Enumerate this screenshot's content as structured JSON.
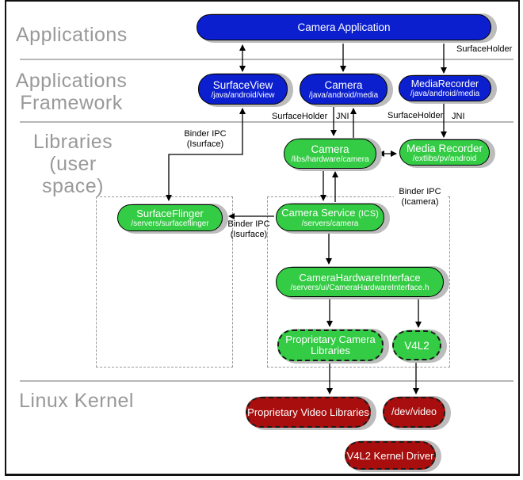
{
  "layer_labels": {
    "applications": {
      "line1": "Applications"
    },
    "framework": {
      "line1": "Applications",
      "line2": "Framework"
    },
    "libraries": {
      "line1": "Libraries",
      "line2": "(user space)"
    },
    "kernel": {
      "line1": "Linux Kernel"
    }
  },
  "nodes": {
    "camera_application": {
      "title": "Camera Application"
    },
    "surface_view": {
      "title": "SurfaceView",
      "path": "/java/android/view"
    },
    "camera_api": {
      "title": "Camera",
      "path": "/java/android/media"
    },
    "media_recorder_api": {
      "title": "MediaRecorder",
      "path": "/java/android/media"
    },
    "camera_lib": {
      "title": "Camera",
      "path": "/libs/hardware/camera"
    },
    "media_recorder_lib": {
      "title": "Media Recorder",
      "path": "/extlibs/pv/android"
    },
    "surface_flinger": {
      "title": "SurfaceFlinger",
      "path": "/servers/surfaceflinger"
    },
    "camera_service": {
      "title": "Camera Service",
      "title_suffix": "(ICS)",
      "path": "/servers/camera"
    },
    "camera_hardware_interface": {
      "title": "CameraHardwareInterface",
      "path": "/servers/ui/CameraHardwareInterface.h"
    },
    "proprietary_camera_libraries": {
      "title": "Proprietary Camera Libraries"
    },
    "v4l2_lib": {
      "title": "V4L2"
    },
    "proprietary_video_libraries": {
      "title": "Proprietary Video Libraries"
    },
    "dev_video": {
      "title": "/dev/video"
    },
    "v4l2_kernel_driver": {
      "title": "V4L2 Kernel Driver"
    }
  },
  "edge_labels": {
    "surface_holder_top": "SurfaceHolder",
    "surface_holder_camera": "SurfaceHolder",
    "jni_camera": "JNI",
    "surface_holder_recorder": "SurfaceHolder",
    "jni_recorder": "JNI",
    "binder_isurface_top": {
      "line1": "Binder IPC",
      "line2": "(Isurface)"
    },
    "binder_isurface_mid": {
      "line1": "Binder IPC",
      "line2": "(Isurface)"
    },
    "binder_icamera": {
      "line1": "Binder IPC",
      "line2": "(Icamera)"
    }
  },
  "colors": {
    "node_blue": "#0b1fce",
    "node_green": "#33cc44",
    "node_red": "#a80e0e",
    "shadow_gray": "#bcbcbc",
    "layer_label_gray": "#999999",
    "separator_gray": "#8c8c8c"
  }
}
